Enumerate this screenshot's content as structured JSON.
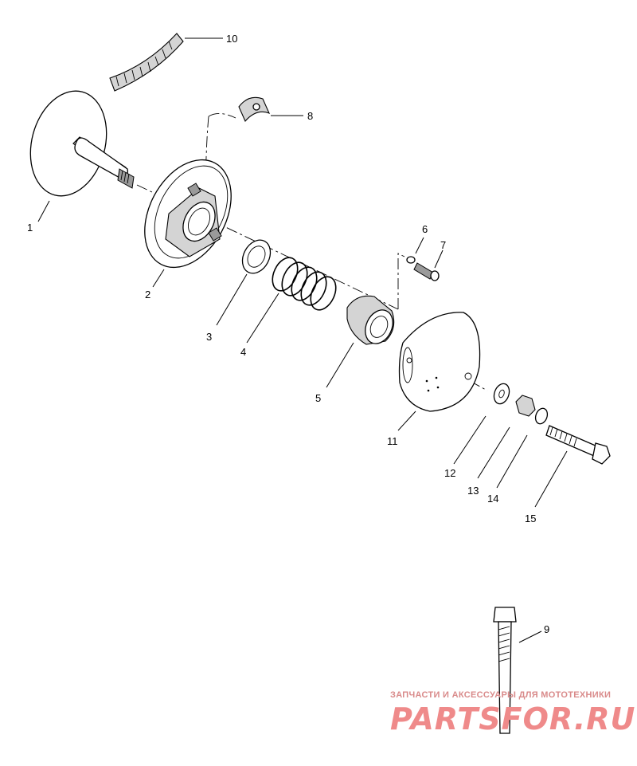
{
  "watermark": {
    "tagline": "ЗАПЧАСТИ И АКСЕССУАРЫ ДЛЯ МОТОТЕХНИКИ",
    "brand": "PARTSFOR.RU"
  },
  "callouts": [
    {
      "id": "1",
      "label": "1"
    },
    {
      "id": "2",
      "label": "2"
    },
    {
      "id": "3",
      "label": "3"
    },
    {
      "id": "4",
      "label": "4"
    },
    {
      "id": "5",
      "label": "5"
    },
    {
      "id": "6",
      "label": "6"
    },
    {
      "id": "7",
      "label": "7"
    },
    {
      "id": "8",
      "label": "8"
    },
    {
      "id": "9",
      "label": "9"
    },
    {
      "id": "10",
      "label": "10"
    },
    {
      "id": "11",
      "label": "11"
    },
    {
      "id": "12",
      "label": "12"
    },
    {
      "id": "13",
      "label": "13"
    },
    {
      "id": "14",
      "label": "14"
    },
    {
      "id": "15",
      "label": "15"
    }
  ]
}
